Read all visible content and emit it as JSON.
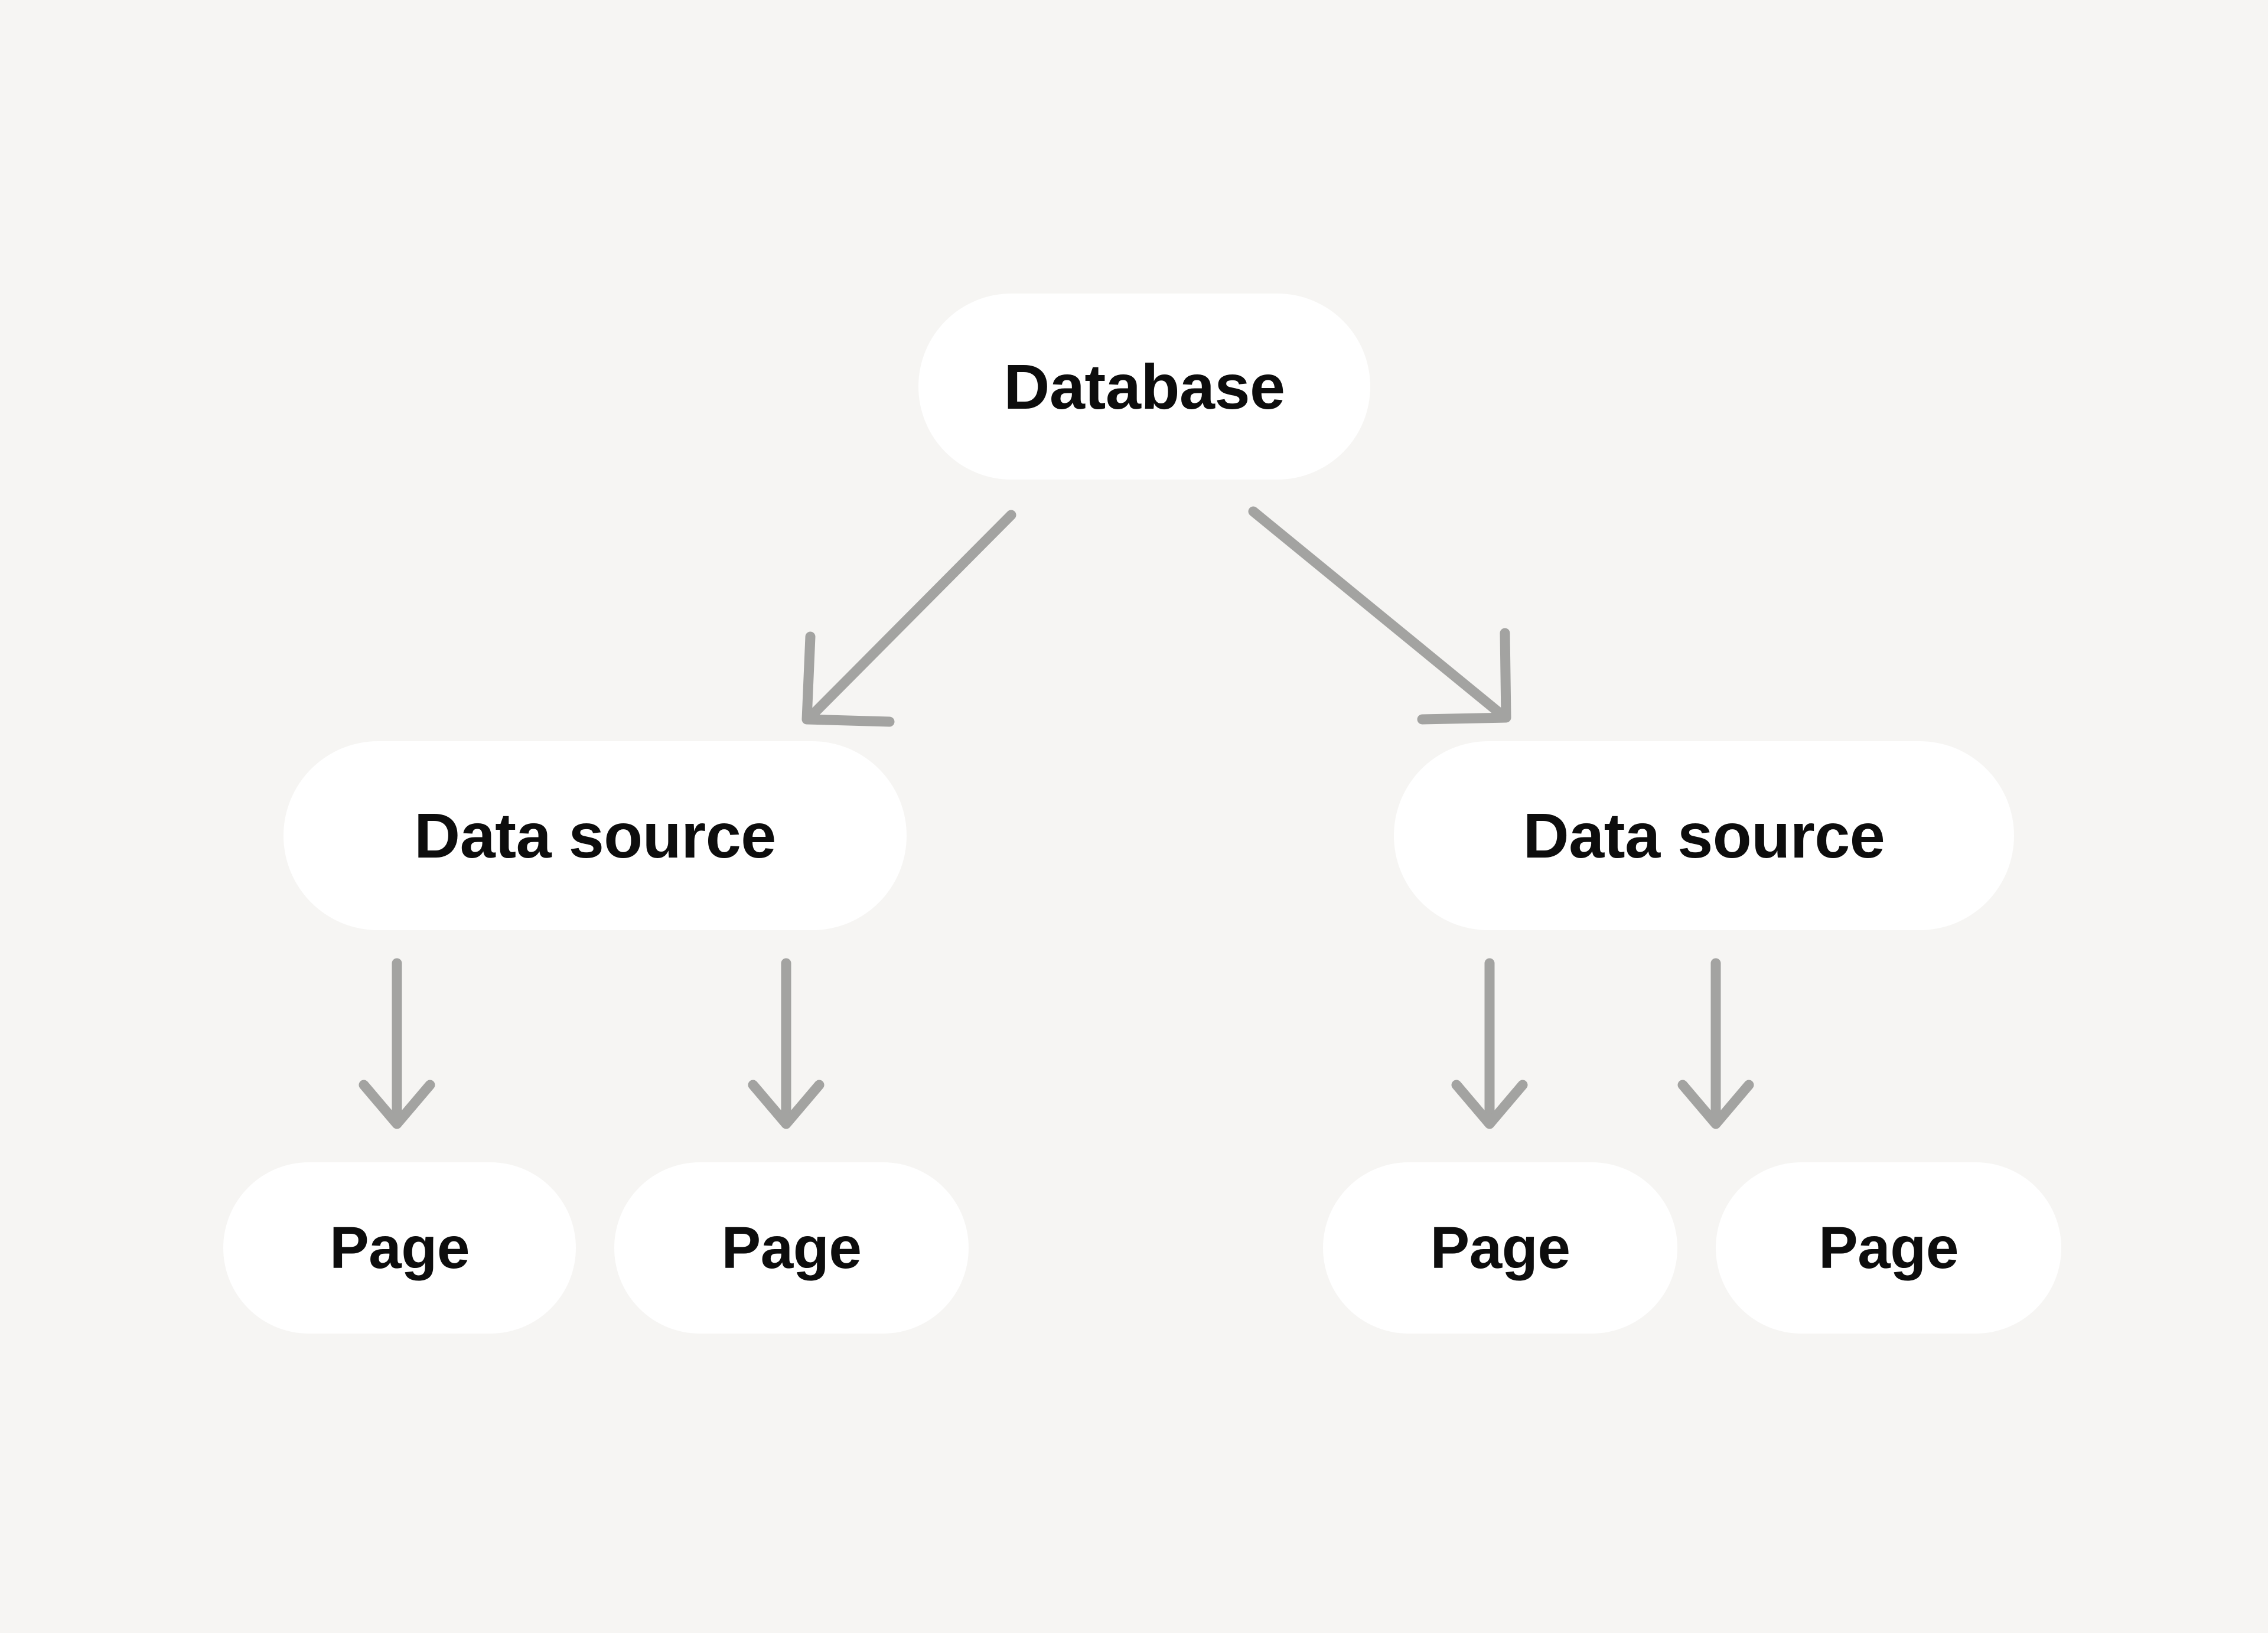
{
  "diagram": {
    "type": "hierarchy-tree",
    "orientation": "top-down",
    "background_color": "#f6f5f3",
    "node_color": "#ffffff",
    "node_text_color": "#0d0d0d",
    "edge_color": "#a3a3a1",
    "nodes": {
      "root": {
        "label": "Database"
      },
      "mid": [
        {
          "label": "Data source"
        },
        {
          "label": "Data source"
        }
      ],
      "leaves": [
        {
          "label": "Page"
        },
        {
          "label": "Page"
        },
        {
          "label": "Page"
        },
        {
          "label": "Page"
        }
      ]
    },
    "edges": [
      {
        "from": "Database",
        "to": "Data source",
        "style": "diagonal-arrow-left"
      },
      {
        "from": "Database",
        "to": "Data source",
        "style": "diagonal-arrow-right"
      },
      {
        "from": "Data source",
        "to": "Page",
        "style": "vertical-arrow"
      },
      {
        "from": "Data source",
        "to": "Page",
        "style": "vertical-arrow"
      },
      {
        "from": "Data source",
        "to": "Page",
        "style": "vertical-arrow"
      },
      {
        "from": "Data source",
        "to": "Page",
        "style": "vertical-arrow"
      }
    ]
  }
}
